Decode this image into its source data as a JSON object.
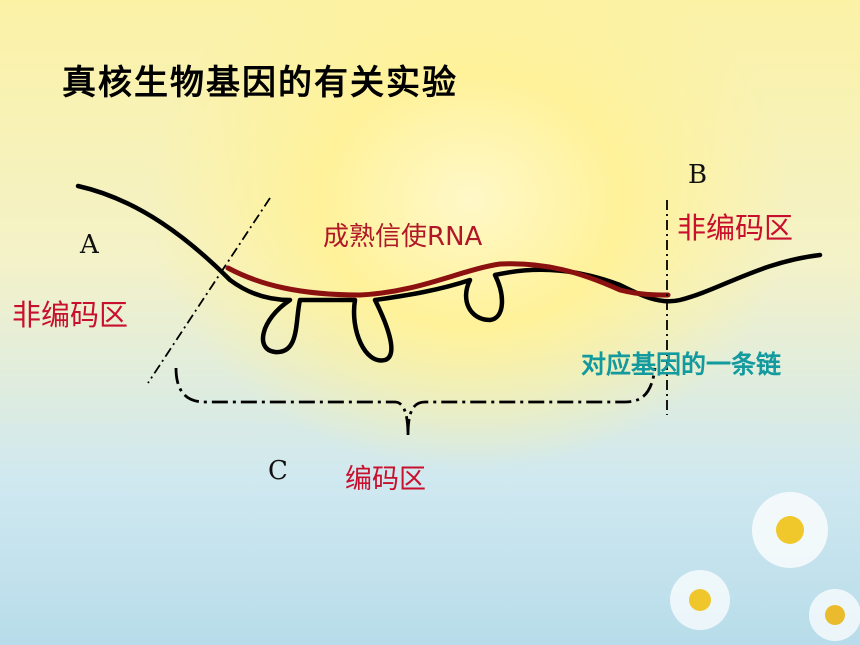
{
  "title": "真核生物基因的有关实验",
  "labels": {
    "A": "A",
    "B": "B",
    "C": "C",
    "noncoding_left": "非编码区",
    "noncoding_right": "非编码区",
    "mrna": "成熟信使RNA",
    "coding": "编码区",
    "gene_strand": "对应基因的一条链"
  },
  "colors": {
    "title": "#000000",
    "noncoding": "#c8102e",
    "mrna_text": "#b01828",
    "mrna_line": "#8b1010",
    "gene_strand_text": "#129a9e"
  }
}
